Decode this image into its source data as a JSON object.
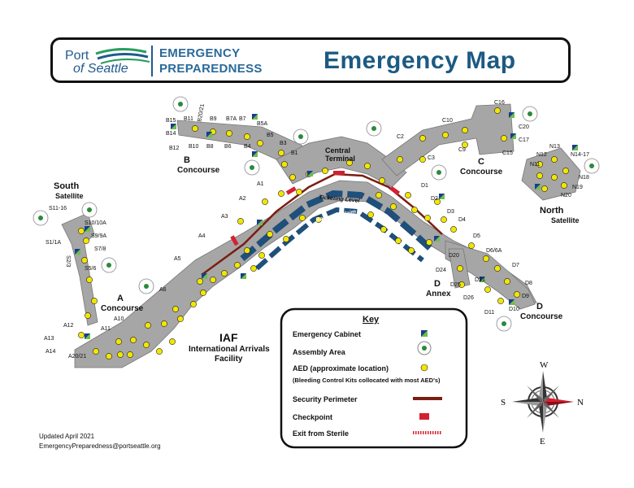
{
  "header": {
    "logo_line1": "Port",
    "logo_line2": "of Seattle",
    "brand_line1": "EMERGENCY",
    "brand_line2": "PREPAREDNESS",
    "title": "Emergency Map"
  },
  "areas": {
    "south_1": "South",
    "south_2": "Satellite",
    "a_1": "A",
    "a_2": "Concourse",
    "b_1": "B",
    "b_2": "Concourse",
    "central_1": "Central",
    "central_2": "Terminal",
    "c_1": "C",
    "c_2": "Concourse",
    "north_1": "North",
    "north_2": "Satellite",
    "d_annex_1": "D",
    "d_annex_2": "Annex",
    "d_1": "D",
    "d_2": "Concourse",
    "iaf_1": "IAF",
    "iaf_2": "International Arrivals",
    "iaf_3": "Facility",
    "ticketing": "Ticketing Level",
    "baggage": "Baggage Claim"
  },
  "gates": [
    "S11-16",
    "S10/10A",
    "S9/9A",
    "S1/1A",
    "S7/8",
    "S2/3",
    "S5/6",
    "A12",
    "A13",
    "A14",
    "A11",
    "A10",
    "A20/21",
    "A6",
    "A5",
    "A4",
    "A3",
    "A2",
    "A1",
    "B15",
    "B11",
    "B20/21",
    "B9",
    "B7A",
    "B7",
    "B14",
    "B5A",
    "B5",
    "B12",
    "B10",
    "B8",
    "B6",
    "B4",
    "B3",
    "B1",
    "C16",
    "C10",
    "C2",
    "C9",
    "C20",
    "C17",
    "C15",
    "C3",
    "N13",
    "N12",
    "N14-17",
    "N11",
    "N18",
    "N19",
    "N20",
    "D1",
    "D2",
    "D3",
    "D4",
    "D5",
    "D6/6A",
    "D7",
    "D8",
    "D9",
    "D10",
    "D11",
    "D20",
    "D24",
    "D25",
    "D21",
    "D26"
  ],
  "key": {
    "title": "Key",
    "cabinet": "Emergency Cabinet",
    "assembly": "Assembly Area",
    "aed": "AED (approximate location)",
    "aed_note": "(Bleeding Control Kits collocated with most AED's)",
    "security": "Security Perimeter",
    "checkpoint": "Checkpoint",
    "exit": "Exit from Sterile"
  },
  "compass": {
    "n": "N",
    "s": "S",
    "e": "E",
    "w": "W"
  },
  "footer": {
    "updated": "Updated April 2021",
    "email": "EmergencyPreparedness@portseattle.org"
  },
  "colors": {
    "concourse": "#a6a6a6",
    "aed": "#f2e600",
    "checkpoint": "#d42030",
    "security": "#7a1e12",
    "ticketing": "#1f4f7a",
    "brand": "#1c5a83"
  }
}
